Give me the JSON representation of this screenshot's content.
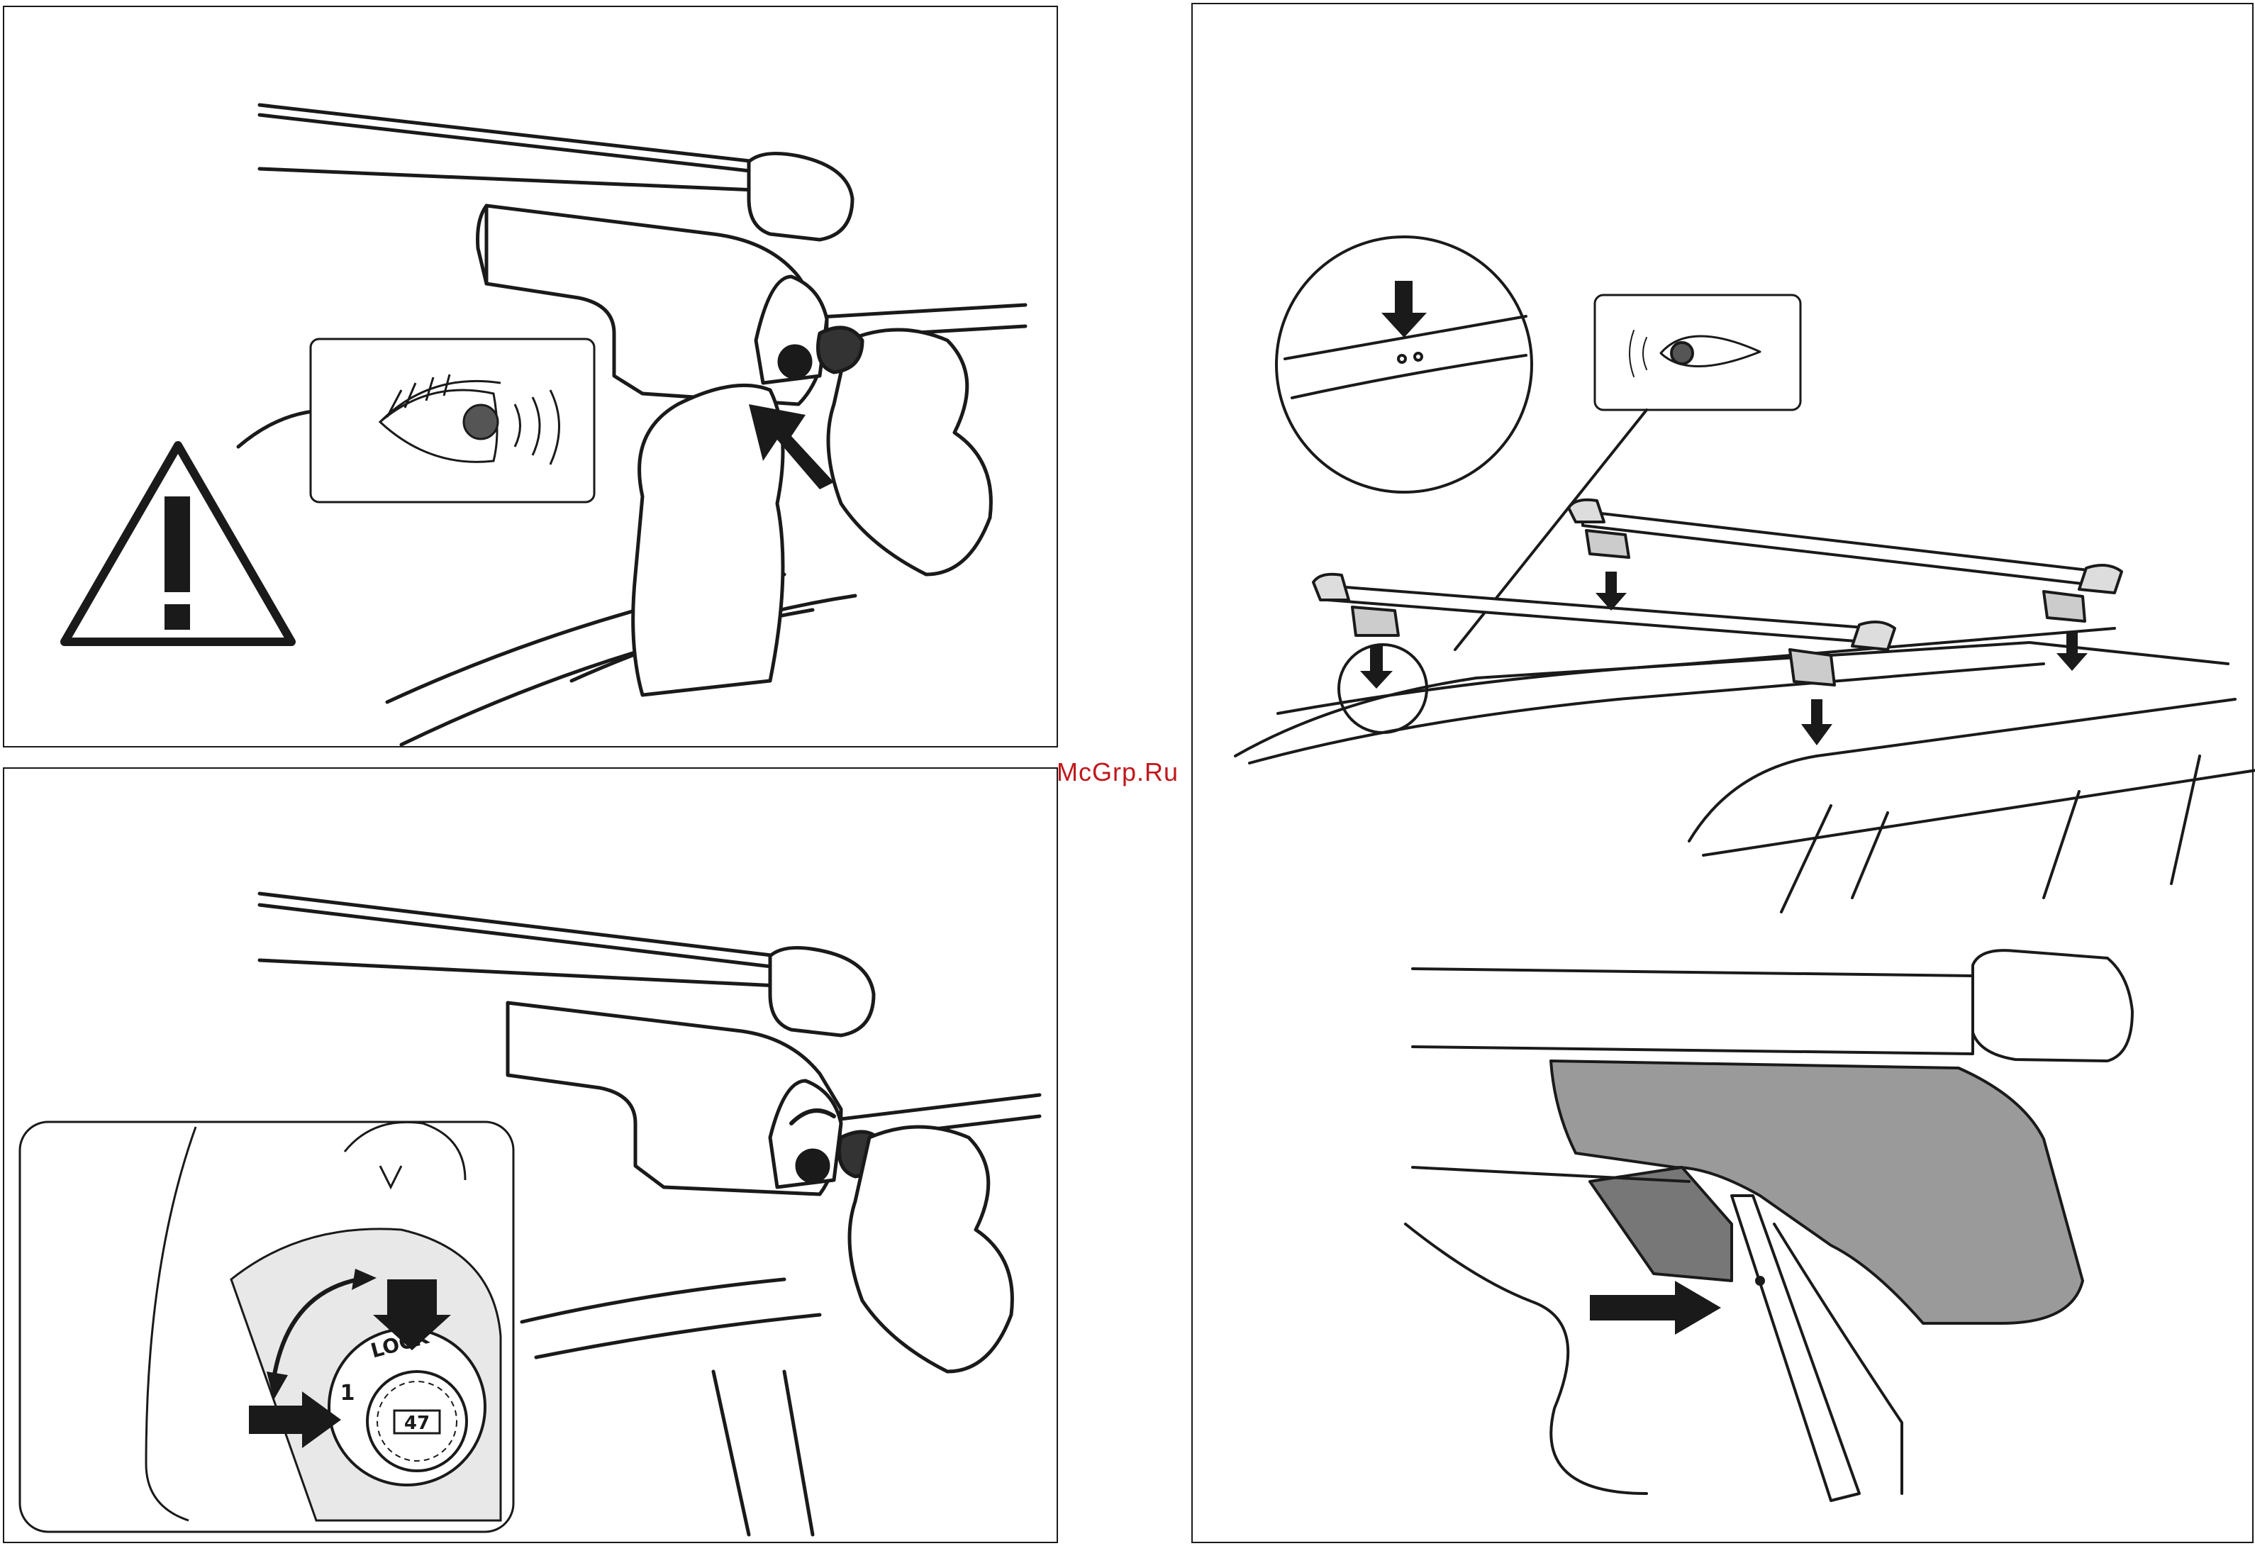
{
  "watermark": {
    "text": "McGrp.Ru",
    "color": "#c0171d"
  },
  "lock_dial": {
    "label": "LOCK",
    "number": "47",
    "open_symbol": "1"
  },
  "colors": {
    "line": "#1a1a1a",
    "grey_foot": "#9a9a9a",
    "light_grey": "#d8d8d8"
  },
  "icons": [
    "warning-icon",
    "eye-icon",
    "key-icon",
    "lock-dial-icon",
    "arrow-icon",
    "zoom-circle"
  ]
}
